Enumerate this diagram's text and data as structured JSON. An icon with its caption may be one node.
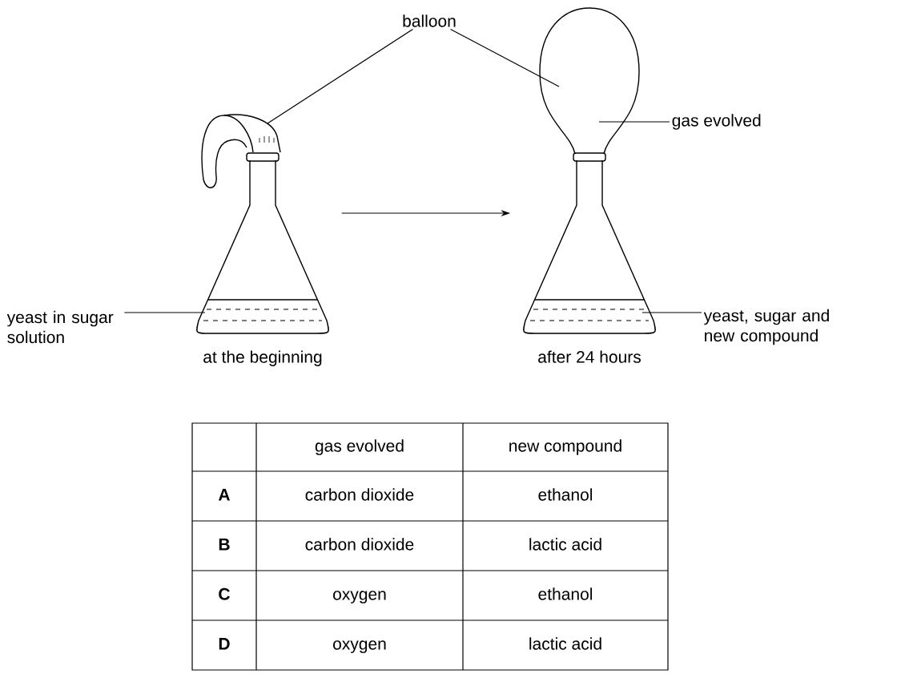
{
  "diagram": {
    "nodes": [
      {
        "text": [
          "balloon"
        ]
      },
      {
        "text": [],
        "shape": "balloon"
      },
      {
        "text": [],
        "shape": "balloon"
      },
      {
        "text": [
          "gas evolved"
        ]
      },
      {
        "text": [],
        "shape": "flask",
        "beside": [
          "at the beginning"
        ]
      },
      {
        "text": [],
        "shape": "flask",
        "beside": [
          "after 24 hours"
        ]
      },
      {
        "text": [
          "yeast in sugar solution"
        ]
      },
      {
        "text": [
          "yeast, sugar and new compound"
        ]
      }
    ],
    "edges": [
      {
        "from": 0,
        "to": 1,
        "arrow": "none"
      },
      {
        "from": 0,
        "to": 2,
        "arrow": "none"
      },
      {
        "from": 3,
        "to": 2,
        "arrow": "none"
      },
      {
        "from": 6,
        "to": 4,
        "arrow": "none"
      },
      {
        "from": 7,
        "to": 5,
        "arrow": "none"
      },
      {
        "from": 4,
        "to": 5,
        "arrow": "to"
      }
    ],
    "labels": [
      "gas evolved",
      "new compound",
      "**A**",
      "carbon dioxide",
      "ethanol",
      "**B**",
      "carbon dioxide",
      "lactic acid",
      "**C**",
      "oxygen",
      "ethanol",
      "**D**",
      "oxygen",
      "lactic acid"
    ]
  }
}
